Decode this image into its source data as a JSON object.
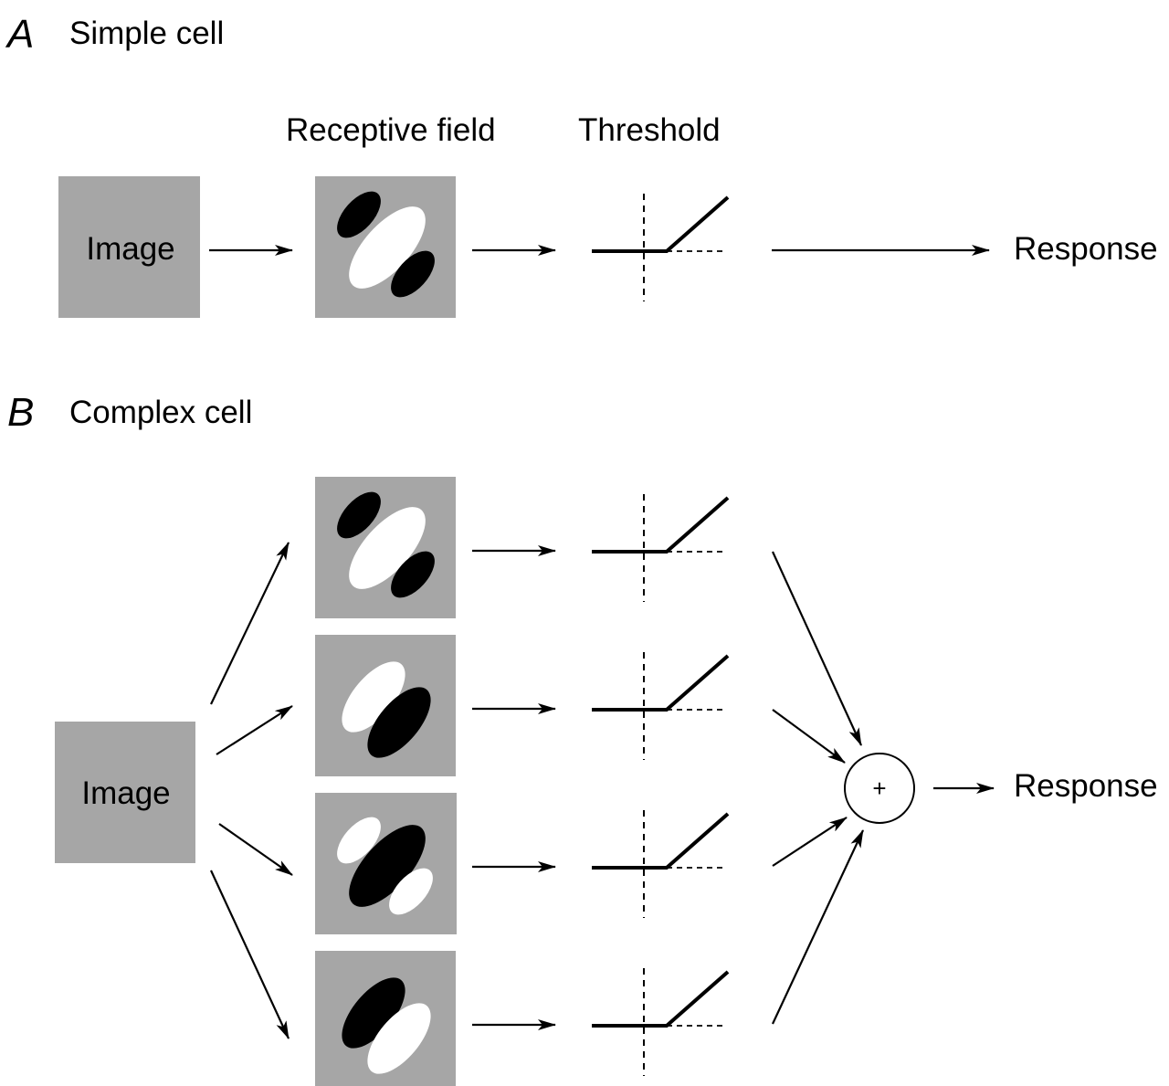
{
  "panel_a": {
    "letter": "A",
    "title": "Simple cell",
    "receptive_field_heading": "Receptive field",
    "threshold_heading": "Threshold",
    "image_label": "Image",
    "response_label": "Response"
  },
  "panel_b": {
    "letter": "B",
    "title": "Complex cell",
    "image_label": "Image",
    "sum_symbol": "+",
    "response_label": "Response"
  },
  "colors": {
    "box_gray": "#a6a6a6",
    "on_region": "#ffffff",
    "off_region": "#000000"
  }
}
